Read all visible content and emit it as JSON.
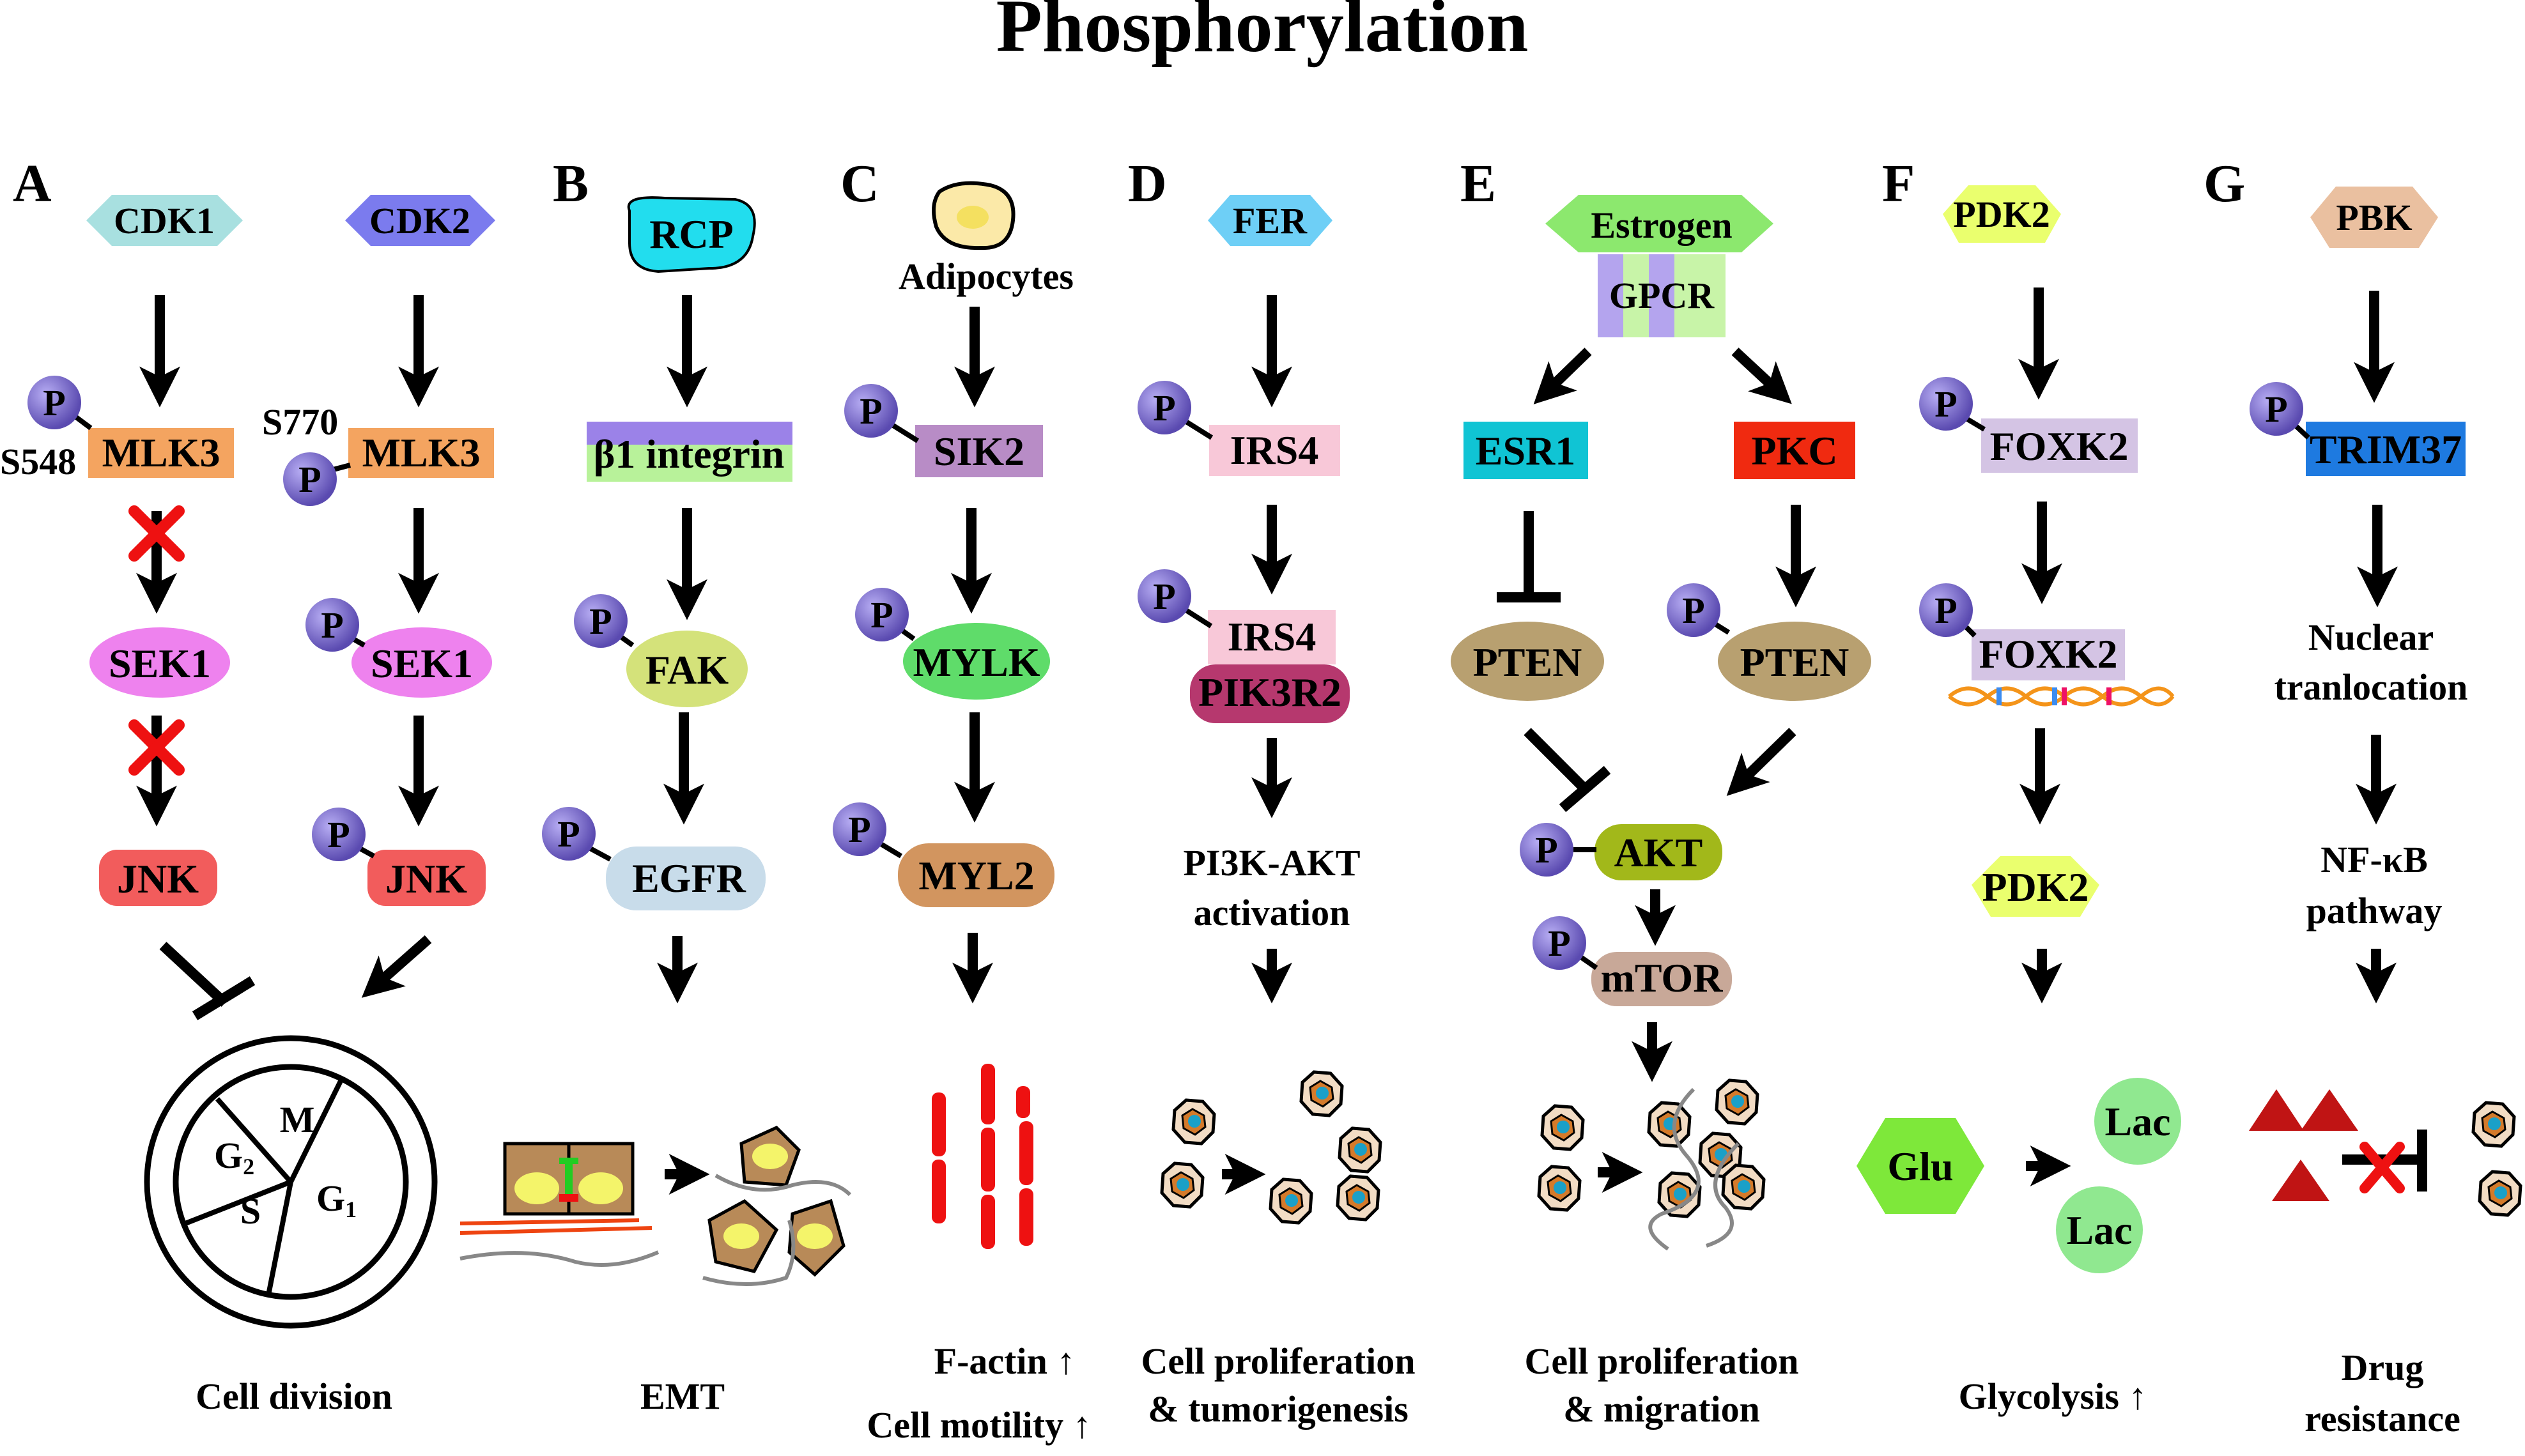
{
  "title": "Phosphorylation",
  "p_label": "P",
  "panels": {
    "A": {
      "letter": "A",
      "kinase1": "CDK1",
      "kinase2": "CDK2",
      "site1": "S548",
      "site2": "S770",
      "mlk3": "MLK3",
      "sek1": "SEK1",
      "jnk": "JNK",
      "phase_m": "M",
      "phase_g2_main": "G",
      "phase_g2_sub": "2",
      "phase_s": "S",
      "phase_g1_main": "G",
      "phase_g1_sub": "1",
      "outcome": "Cell division"
    },
    "B": {
      "letter": "B",
      "rcp": "RCP",
      "integrin": "β1 integrin",
      "fak": "FAK",
      "egfr": "EGFR",
      "outcome": "EMT"
    },
    "C": {
      "letter": "C",
      "adipocytes": "Adipocytes",
      "sik2": "SIK2",
      "mylk": "MYLK",
      "myl2": "MYL2",
      "outcome1": "F-actin ↑",
      "outcome2": "Cell motility ↑"
    },
    "D": {
      "letter": "D",
      "fer": "FER",
      "irs4a": "IRS4",
      "irs4b": "IRS4",
      "pik3r2": "PIK3R2",
      "pathway1": "PI3K-AKT",
      "pathway2": "activation",
      "outcome1": "Cell proliferation",
      "outcome2": "& tumorigenesis"
    },
    "E": {
      "letter": "E",
      "estrogen": "Estrogen",
      "gpcr": "GPCR",
      "esr1": "ESR1",
      "pkc": "PKC",
      "pten1": "PTEN",
      "pten2": "PTEN",
      "akt": "AKT",
      "mtor": "mTOR",
      "outcome1": "Cell proliferation",
      "outcome2": "& migration"
    },
    "F": {
      "letter": "F",
      "pdk2a": "PDK2",
      "foxk2a": "FOXK2",
      "foxk2b": "FOXK2",
      "pdk2b": "PDK2",
      "glu": "Glu",
      "lac1": "Lac",
      "lac2": "Lac",
      "outcome": "Glycolysis ↑"
    },
    "G": {
      "letter": "G",
      "pbk": "PBK",
      "trim37": "TRIM37",
      "step1a": "Nuclear",
      "step1b": "tranlocation",
      "step2a": "NF-κB",
      "step2b": "pathway",
      "outcome1": "Drug",
      "outcome2": "resistance"
    }
  },
  "colors": {
    "cdk1": "#a8e0e0",
    "cdk2": "#7b7bee",
    "mlk3": "#f4a460",
    "sek1": "#ee82ee",
    "jnk": "#f25c5c",
    "rcp": "#22ddee",
    "integrin_top": "#9b82e8",
    "integrin_bottom": "#b8f29a",
    "fak": "#d4e27a",
    "egfr": "#c8dcea",
    "sik2": "#b88cc6",
    "mylk": "#5fdc6a",
    "myl2": "#d2955f",
    "fer": "#6ecff6",
    "irs4": "#f8c8d8",
    "pik3r2": "#b6386e",
    "estrogen": "#8ce86e",
    "esr1": "#10c4d4",
    "pkc": "#f02a10",
    "pten": "#b8a070",
    "akt": "#a2b81a",
    "mtor": "#c8a898",
    "pdk2": "#eaff6e",
    "foxk2": "#d4c4e4",
    "glu": "#7ee83a",
    "lac": "#90e890",
    "pbk": "#eac0a0",
    "trim37": "#1e7ae0",
    "phospho": "#7a6ad0",
    "inhibit_x": "#ee1111",
    "actin": "#ee1111"
  }
}
